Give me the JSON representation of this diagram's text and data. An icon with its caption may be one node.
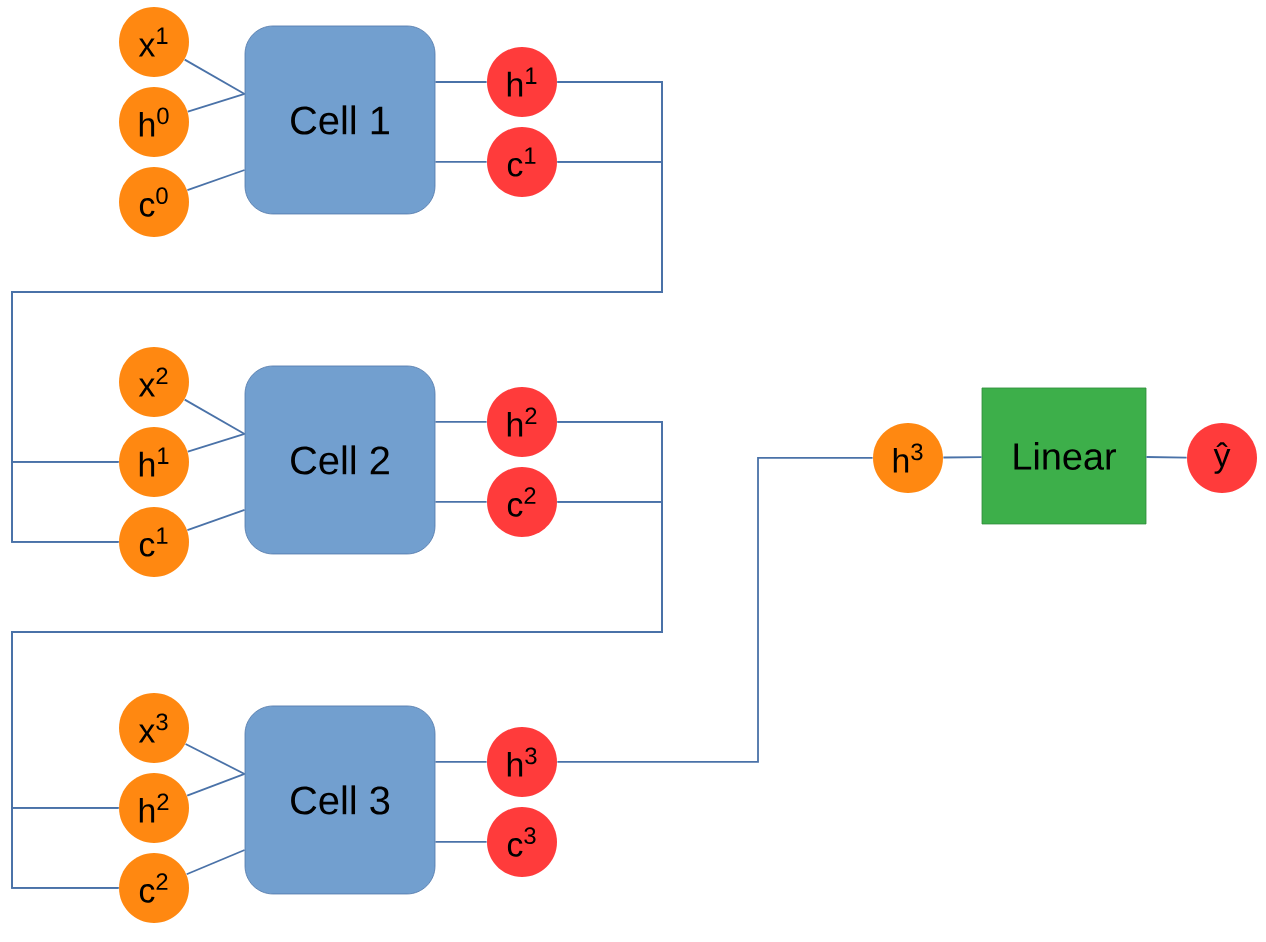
{
  "diagram": {
    "nodes": [
      {
        "text": [
          "Cell 1"
        ]
      },
      {
        "text": [
          "x$^{1}$"
        ]
      },
      {
        "text": [
          "h$^{0}$"
        ]
      },
      {
        "text": [
          "c$^{0}$"
        ]
      },
      {
        "text": [
          "h$^{1}$"
        ]
      },
      {
        "text": [
          "c$^{1}$"
        ]
      },
      {
        "text": [
          "Cell 2"
        ]
      },
      {
        "text": [
          "x$^{2}$"
        ]
      },
      {
        "text": [
          "h$^{1}$"
        ]
      },
      {
        "text": [
          "c$^{1}$"
        ]
      },
      {
        "text": [
          "h$^{2}$"
        ]
      },
      {
        "text": [
          "c$^{2}$"
        ]
      },
      {
        "text": [
          "Cell 3"
        ]
      },
      {
        "text": [
          "x$^{3}$"
        ]
      },
      {
        "text": [
          "h$^{2}$"
        ]
      },
      {
        "text": [
          "c$^{2}$"
        ]
      },
      {
        "text": [
          "h$^{3}$"
        ]
      },
      {
        "text": [
          "c$^{3}$"
        ]
      },
      {
        "text": [
          "h$^{3}$"
        ]
      },
      {
        "text": [
          "Linear"
        ]
      },
      {
        "text": [
          "ŷ"
        ]
      }
    ],
    "edges": [
      {
        "from": 1,
        "to": 0,
        "arrow": "none"
      },
      {
        "from": 2,
        "to": 0,
        "arrow": "none"
      },
      {
        "from": 3,
        "to": 0,
        "arrow": "none"
      },
      {
        "from": 0,
        "to": 4,
        "arrow": "none"
      },
      {
        "from": 0,
        "to": 5,
        "arrow": "none"
      },
      {
        "from": 4,
        "to": 8,
        "arrow": "none"
      },
      {
        "from": 4,
        "to": 9,
        "arrow": "none"
      },
      {
        "from": 5,
        "to": 8,
        "arrow": "none"
      },
      {
        "from": 5,
        "to": 9,
        "arrow": "none"
      },
      {
        "from": 7,
        "to": 6,
        "arrow": "none"
      },
      {
        "from": 8,
        "to": 6,
        "arrow": "none"
      },
      {
        "from": 9,
        "to": 6,
        "arrow": "none"
      },
      {
        "from": 6,
        "to": 10,
        "arrow": "none"
      },
      {
        "from": 6,
        "to": 11,
        "arrow": "none"
      },
      {
        "from": 10,
        "to": 14,
        "arrow": "none"
      },
      {
        "from": 10,
        "to": 15,
        "arrow": "none"
      },
      {
        "from": 11,
        "to": 14,
        "arrow": "none"
      },
      {
        "from": 11,
        "to": 15,
        "arrow": "none"
      },
      {
        "from": 13,
        "to": 12,
        "arrow": "none"
      },
      {
        "from": 14,
        "to": 12,
        "arrow": "none"
      },
      {
        "from": 15,
        "to": 12,
        "arrow": "none"
      },
      {
        "from": 12,
        "to": 16,
        "arrow": "none"
      },
      {
        "from": 12,
        "to": 17,
        "arrow": "none"
      },
      {
        "from": 16,
        "to": 18,
        "arrow": "none"
      },
      {
        "from": 18,
        "to": 19,
        "arrow": "none"
      },
      {
        "from": 19,
        "to": 20,
        "arrow": "none"
      }
    ]
  }
}
